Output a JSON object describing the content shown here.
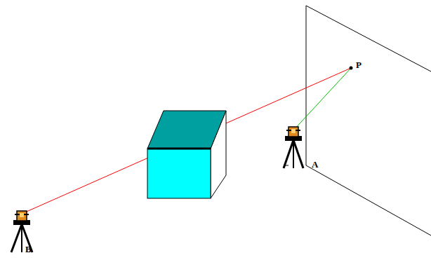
{
  "diagram": {
    "labels": [
      "P",
      "A",
      "B"
    ]
  }
}
